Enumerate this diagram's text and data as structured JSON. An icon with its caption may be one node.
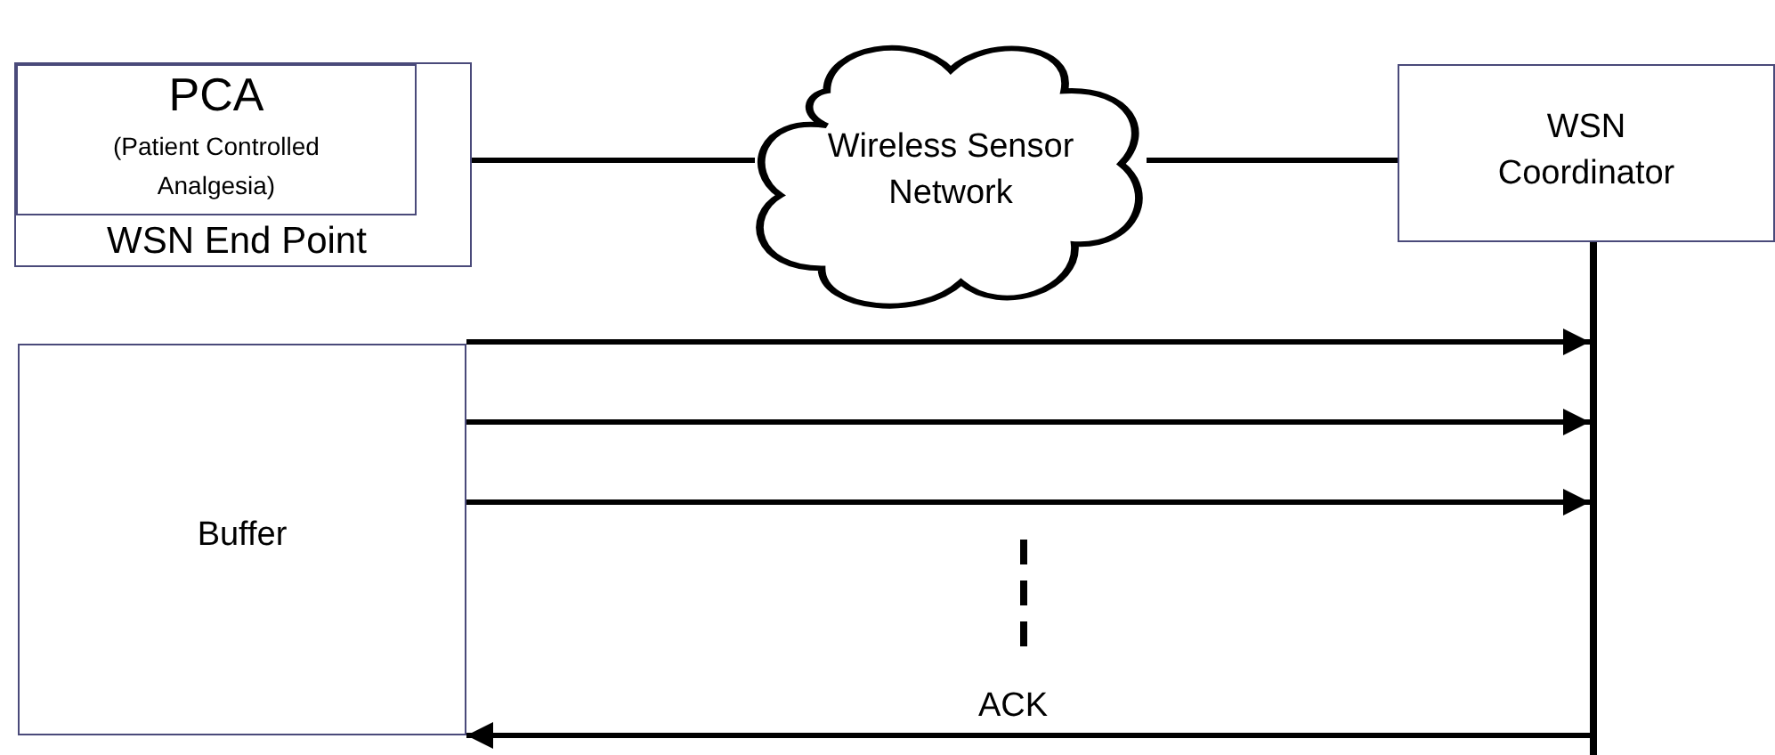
{
  "diagram": {
    "nodes": [
      {
        "text": [
          "WSN End Point"
        ]
      },
      {
        "text": [
          "PCA",
          "(Patient Controlled Analgesia)"
        ],
        "in": 0
      },
      {
        "text": [
          "Wireless Sensor Network"
        ]
      },
      {
        "text": [
          "WSN Coordinator"
        ]
      },
      {
        "text": [
          "Buffer"
        ]
      },
      {
        "text": [],
        "shape": "bar"
      }
    ],
    "edges": [
      {
        "from": 0,
        "to": 2,
        "arrow": "none"
      },
      {
        "from": 2,
        "to": 3,
        "arrow": "none"
      },
      {
        "from": 4,
        "to": 5,
        "arrow": "to"
      },
      {
        "from": 4,
        "to": 5,
        "arrow": "to"
      },
      {
        "from": 4,
        "to": 5,
        "arrow": "to"
      },
      {
        "from": 5,
        "to": 4,
        "arrow": "to",
        "label": "ACK"
      }
    ]
  }
}
